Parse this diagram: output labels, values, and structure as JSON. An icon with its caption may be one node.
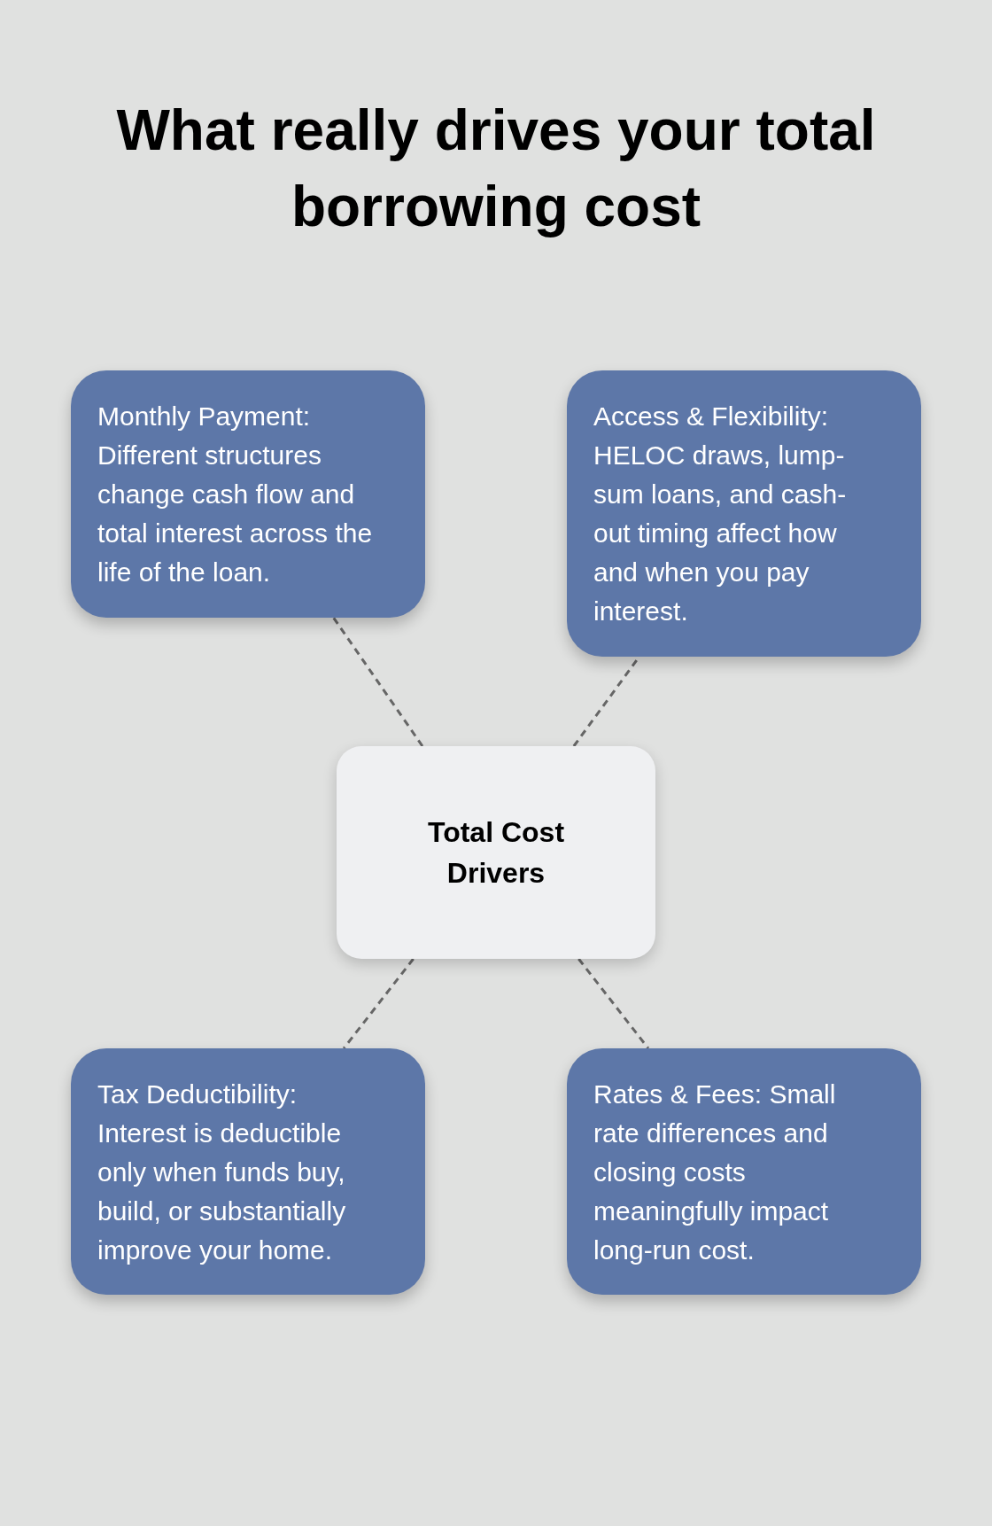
{
  "diagram": {
    "title": "What really drives your total borrowing cost",
    "nodes": [
      {
        "text": [
          "Monthly Payment: Different structures change cash flow and total interest across the life of the loan."
        ]
      },
      {
        "text": [
          "Access & Flexibility: HELOC draws, lump-sum loans, and cash-out timing affect how and when you pay interest."
        ]
      },
      {
        "text": [
          "Total Cost Drivers"
        ]
      },
      {
        "text": [
          "Tax Deductibility: Interest is deductible only when funds buy, build, or substantially improve your home."
        ]
      },
      {
        "text": [
          "Rates & Fees: Small rate differences and closing costs meaningfully impact long-run cost."
        ]
      }
    ],
    "edges": [
      {
        "from": 2,
        "to": 0,
        "arrow": "none",
        "style": "dashed"
      },
      {
        "from": 2,
        "to": 1,
        "arrow": "none",
        "style": "dashed"
      },
      {
        "from": 2,
        "to": 3,
        "arrow": "none",
        "style": "dashed"
      },
      {
        "from": 2,
        "to": 4,
        "arrow": "none",
        "style": "dashed"
      }
    ]
  }
}
